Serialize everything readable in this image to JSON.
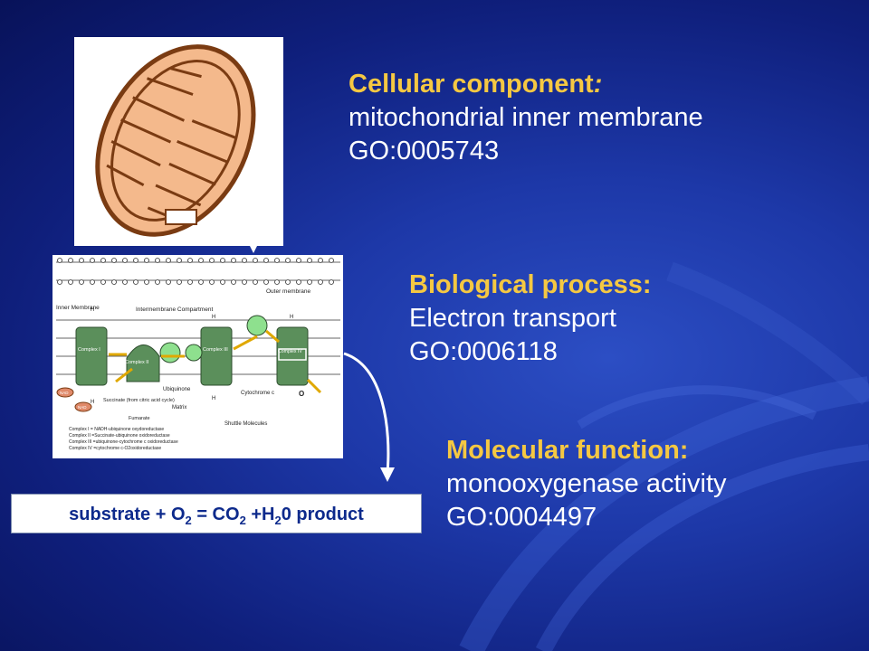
{
  "slide": {
    "cellular": {
      "heading": "Cellular component",
      "colon": ":",
      "term": "mitochondrial inner membrane",
      "id": "GO:0005743"
    },
    "biological": {
      "heading": "Biological process:",
      "term": "Electron transport",
      "id": "GO:0006118"
    },
    "molecular": {
      "heading": "Molecular function:",
      "term": "monooxygenase activity",
      "id": "GO:0004497"
    },
    "equation": {
      "part1": "substrate + O",
      "sub1": "2",
      "part2": " = CO",
      "sub2": "2",
      "part3": " +H",
      "sub3": "2",
      "part4": "0 product"
    },
    "diagram": {
      "inner_membrane": "Inner Membrane",
      "intermembrane": "Intermembrane Compartment",
      "outer_membrane": "Outer membrane",
      "complex1": "Complex I",
      "complex2": "Complex II",
      "complex3": "Complex III",
      "complex4": "Complex IV",
      "hplus": "H",
      "nad": "NAD",
      "succinate": "Succinate (from citric acid cycle)",
      "fumarate": "Fumarate",
      "ubiquinone": "Ubiquinone",
      "matrix": "Matrix",
      "cytochrome": "Cytochrome c",
      "shuttle": "Shuttle Molecules",
      "o2": "O",
      "legend": [
        "Complex I    = NADH-ubiquinone oxydoreductase",
        "Complex II   =Succinate-ubiquinone oxidoreductase",
        "Complex III  =ubiquinone-cytochrome c oxidoreductase",
        "Complex IV  =cytochrome c-O2oxidoreductase"
      ]
    }
  }
}
